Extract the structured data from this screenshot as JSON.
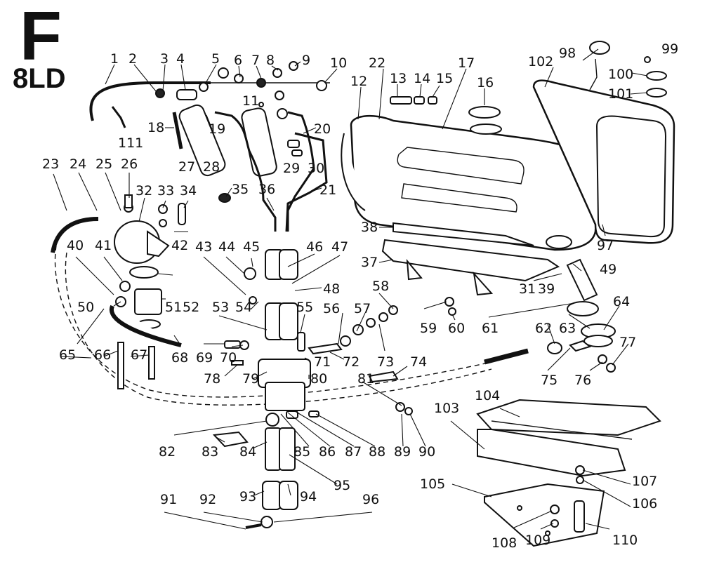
{
  "header": {
    "section_letter": "F",
    "engine_code": "8LD"
  },
  "callouts": [
    "1",
    "2",
    "3",
    "4",
    "5",
    "6",
    "7",
    "8",
    "9",
    "10",
    "11",
    "12",
    "13",
    "14",
    "15",
    "16",
    "17",
    "18",
    "19",
    "20",
    "21",
    "22",
    "23",
    "24",
    "25",
    "26",
    "27",
    "28",
    "29",
    "30",
    "31",
    "32",
    "33",
    "34",
    "35",
    "36",
    "37",
    "38",
    "39",
    "40",
    "41",
    "42",
    "43",
    "44",
    "45",
    "46",
    "47",
    "48",
    "49",
    "50",
    "51",
    "52",
    "53",
    "54",
    "55",
    "56",
    "57",
    "58",
    "59",
    "60",
    "61",
    "62",
    "63",
    "64",
    "65",
    "66",
    "67",
    "68",
    "69",
    "70",
    "71",
    "72",
    "73",
    "74",
    "75",
    "76",
    "77",
    "78",
    "79",
    "80",
    "81",
    "82",
    "83",
    "84",
    "85",
    "86",
    "87",
    "88",
    "89",
    "90",
    "91",
    "92",
    "93",
    "94",
    "95",
    "96",
    "97",
    "98",
    "99",
    "100",
    "101",
    "102",
    "103",
    "104",
    "105",
    "106",
    "107",
    "108",
    "109",
    "110",
    "111"
  ]
}
